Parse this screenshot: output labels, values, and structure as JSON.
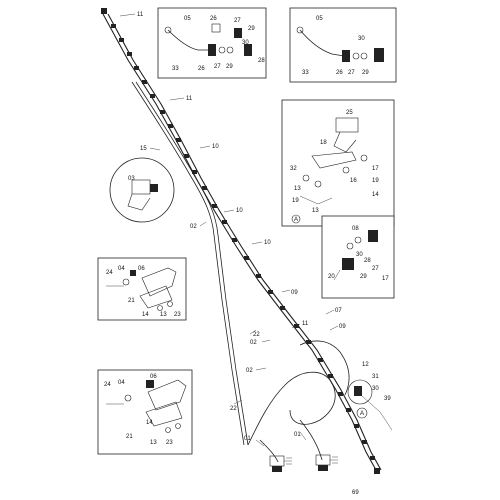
{
  "diagram": {
    "type": "exploded-parts-view",
    "main_labels": [
      {
        "id": "boom-11-top",
        "text": "11"
      },
      {
        "id": "boom-11-mid",
        "text": "11"
      },
      {
        "id": "boom-11-lower",
        "text": "11"
      },
      {
        "id": "boom-15",
        "text": "15"
      },
      {
        "id": "boom-10-a",
        "text": "10"
      },
      {
        "id": "boom-10-b",
        "text": "10"
      },
      {
        "id": "boom-10-c",
        "text": "10"
      },
      {
        "id": "hose-02-a",
        "text": "02"
      },
      {
        "id": "hose-02-b",
        "text": "02"
      },
      {
        "id": "hose-02-c",
        "text": "02"
      },
      {
        "id": "boom-09-a",
        "text": "09"
      },
      {
        "id": "boom-09-b",
        "text": "09"
      },
      {
        "id": "boom-07",
        "text": "07"
      },
      {
        "id": "hose-22-a",
        "text": "22"
      },
      {
        "id": "hose-22-b",
        "text": "22"
      },
      {
        "id": "fit-01-a",
        "text": "01"
      },
      {
        "id": "fit-01-b",
        "text": "01"
      },
      {
        "id": "valve-12",
        "text": "12"
      },
      {
        "id": "valve-31",
        "text": "31"
      },
      {
        "id": "valve-30",
        "text": "30"
      },
      {
        "id": "valve-39",
        "text": "39"
      },
      {
        "id": "marker-a-main",
        "text": "A"
      },
      {
        "id": "footer-no",
        "text": "69"
      }
    ],
    "inset_1": {
      "labels": [
        "05",
        "26",
        "27",
        "29",
        "30",
        "28",
        "29",
        "27",
        "26",
        "33"
      ]
    },
    "inset_2": {
      "labels": [
        "05",
        "30",
        "26",
        "27",
        "29",
        "33"
      ]
    },
    "inset_3": {
      "labels": [
        "25",
        "18",
        "32",
        "17",
        "16",
        "13",
        "19",
        "13",
        "19",
        "14",
        "A"
      ]
    },
    "inset_4": {
      "labels": [
        "08",
        "30",
        "28",
        "27",
        "29",
        "20",
        "17"
      ]
    },
    "inset_5": {
      "labels": [
        "03"
      ]
    },
    "inset_6": {
      "labels": [
        "24",
        "04",
        "06",
        "21",
        "14",
        "13",
        "23"
      ]
    },
    "inset_7": {
      "labels": [
        "24",
        "04",
        "06",
        "21",
        "13",
        "23",
        "14"
      ]
    }
  }
}
